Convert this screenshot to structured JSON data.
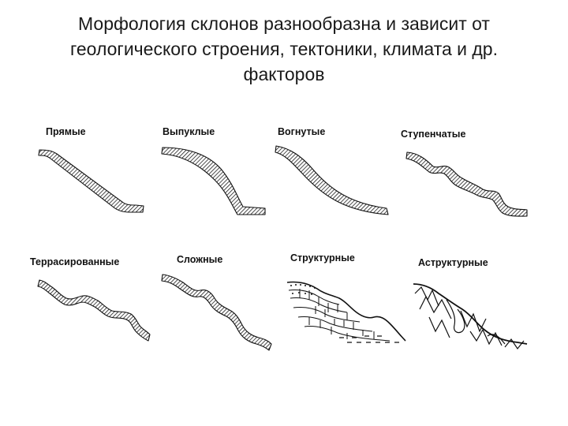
{
  "title": {
    "line1": "Морфология склонов разнообразна и зависит от",
    "line2": "геологического строения, тектоники, климата и др.",
    "line3": "факторов"
  },
  "slopes": [
    {
      "label": "Прямые",
      "icon": "straight-slope-profile"
    },
    {
      "label": "Выпуклые",
      "icon": "convex-slope-profile"
    },
    {
      "label": "Вогнутые",
      "icon": "concave-slope-profile"
    },
    {
      "label": "Ступенчатые",
      "icon": "stepped-slope-profile"
    },
    {
      "label": "Террасированные",
      "icon": "terraced-slope-profile"
    },
    {
      "label": "Сложные",
      "icon": "complex-slope-profile"
    },
    {
      "label": "Структурные",
      "icon": "structural-slope-profile"
    },
    {
      "label": "Аструктурные",
      "icon": "astructural-slope-profile"
    }
  ]
}
